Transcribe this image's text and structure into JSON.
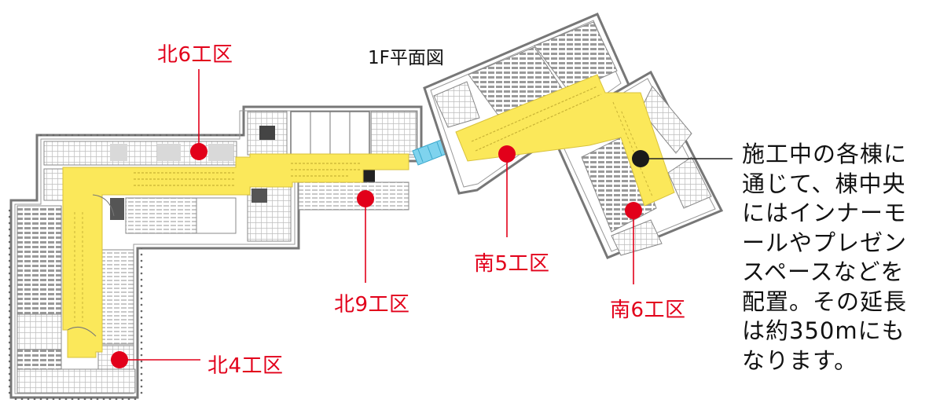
{
  "diagram": {
    "floor_title": "1F平面図",
    "zones": {
      "north6": "北6工区",
      "north9": "北9工区",
      "north4": "北4工区",
      "south5": "南5工区",
      "south6": "南6工区"
    },
    "description": "施工中の各棟に通じて、棟中央にはインナーモールやプレゼンスペースなどを配置。その延長は約350mにもなります。"
  },
  "colors": {
    "mall": "#fbe85a",
    "marker": "#e2001a",
    "marker_dark": "#1a1a1a",
    "bridge": "#7fd3ee",
    "wall": "#777777"
  }
}
